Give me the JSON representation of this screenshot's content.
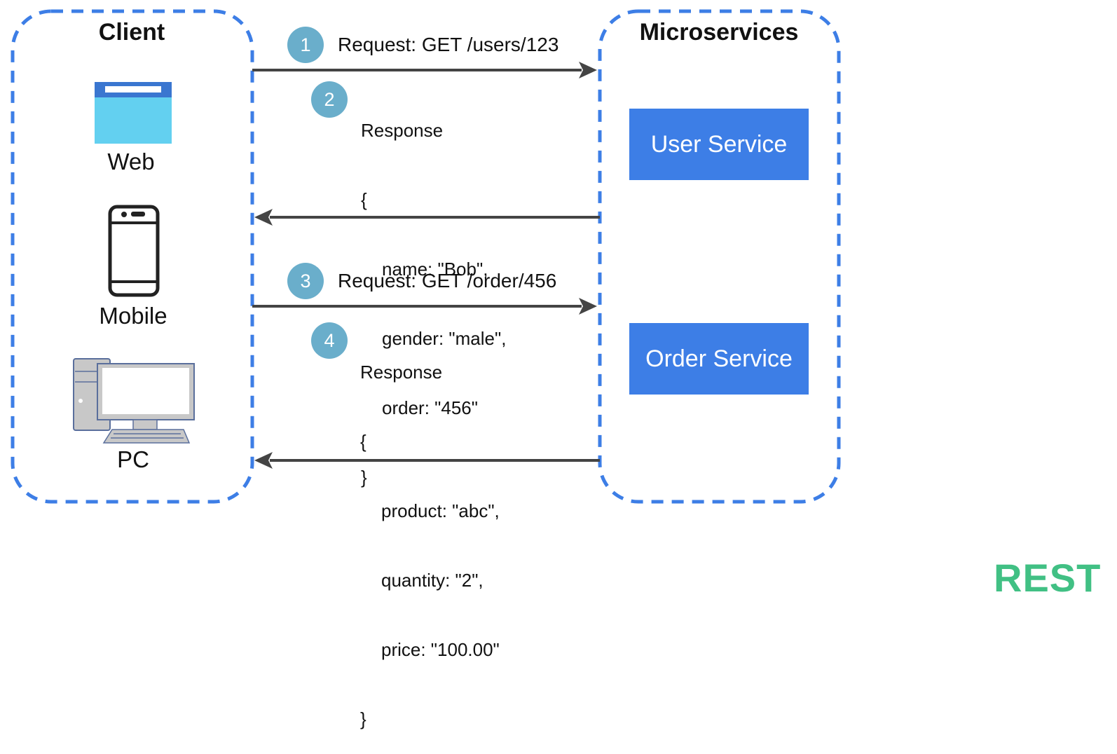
{
  "client": {
    "title": "Client",
    "devices": [
      {
        "label": "Web",
        "icon": "browser-window-icon"
      },
      {
        "label": "Mobile",
        "icon": "mobile-phone-icon"
      },
      {
        "label": "PC",
        "icon": "desktop-pc-icon"
      }
    ]
  },
  "microservices": {
    "title": "Microservices",
    "services": [
      "User Service",
      "Order Service"
    ]
  },
  "flows": [
    {
      "step": "1",
      "text": "Request: GET /users/123",
      "direction": "client-to-service"
    },
    {
      "step": "2",
      "title": "Response",
      "open": "{",
      "lines": [
        "name: \"Bob\",",
        "gender: \"male\",",
        "order: \"456\""
      ],
      "close": "}",
      "direction": "service-to-client"
    },
    {
      "step": "3",
      "text": "Request: GET /order/456",
      "direction": "client-to-service"
    },
    {
      "step": "4",
      "title": "Response",
      "open": "{",
      "lines": [
        "product: \"abc\",",
        "quantity: \"2\",",
        "price: \"100.00\""
      ],
      "close": "}",
      "direction": "service-to-client"
    }
  ],
  "tag": "REST",
  "colors": {
    "dashed_border": "#3d7ee6",
    "service_box": "#3d7ee6",
    "step_circle": "#6aaecb",
    "arrow": "#444444",
    "tag": "#41c084"
  }
}
